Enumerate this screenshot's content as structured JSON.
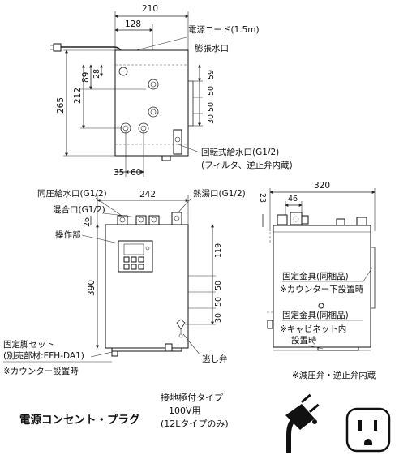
{
  "top_view": {
    "dim_210": "210",
    "dim_128": "128",
    "dim_265": "265",
    "dim_212": "212",
    "dim_89": "89",
    "dim_28": "28",
    "dim_59": "59",
    "dim_50a": "50",
    "dim_50b": "50",
    "dim_30": "30",
    "dim_35": "35",
    "dim_60": "60",
    "power_cord": "電源コード(1.5m)",
    "expansion_outlet": "膨張水口",
    "rotary_inlet": "回転式給水口(G1/2)",
    "rotary_inlet_note": "(フィルタ、逆止弁内蔵)"
  },
  "front_view": {
    "dim_242": "242",
    "dim_26": "26",
    "dim_390": "390",
    "dim_119": "119",
    "dim_50a": "50",
    "dim_50b": "50",
    "dim_30": "30",
    "pressure_inlet": "同圧給水口(G1/2)",
    "mixing_outlet": "混合口(G1/2)",
    "hot_outlet": "熱湯口(G1/2)",
    "control_panel": "操作部",
    "relief_valve": "逃し弁",
    "leg_set": "固定脚セット",
    "leg_set_part": "(別売部材:EFH-DA1)",
    "leg_set_note": "※カウンター設置時"
  },
  "side_view": {
    "dim_320": "320",
    "dim_46": "46",
    "dim_23": "23",
    "bracket_1": "固定金具(同梱品)",
    "bracket_1_note": "※カウンター下設置時",
    "bracket_2": "固定金具(同梱品)",
    "bracket_2_note_1": "※キャビネット内",
    "bracket_2_note_2": "設置時"
  },
  "footnote": "※減圧弁・逆止弁内蔵",
  "plug_section": {
    "title": "電源コンセント・プラグ",
    "type_line1": "接地極付タイプ",
    "type_line2": "100V用",
    "type_line3": "(12Lタイプのみ)"
  }
}
